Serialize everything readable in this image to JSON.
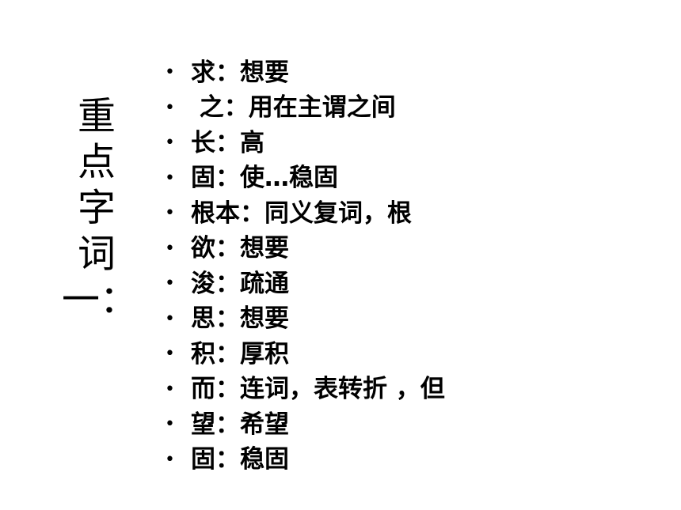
{
  "title": {
    "chars": [
      "重",
      "点",
      "字",
      "词"
    ],
    "last": "一："
  },
  "items": [
    "求：想要",
    " 之：用在主谓之间",
    "长：高",
    "固：使…稳固",
    "根本：同义复词，根",
    "欲：想要",
    "浚：疏通",
    "思：想要",
    "积：厚积",
    "而：连词，表转折 ，但",
    "望：希望",
    "固：稳固"
  ],
  "bullet_symbol": "•"
}
